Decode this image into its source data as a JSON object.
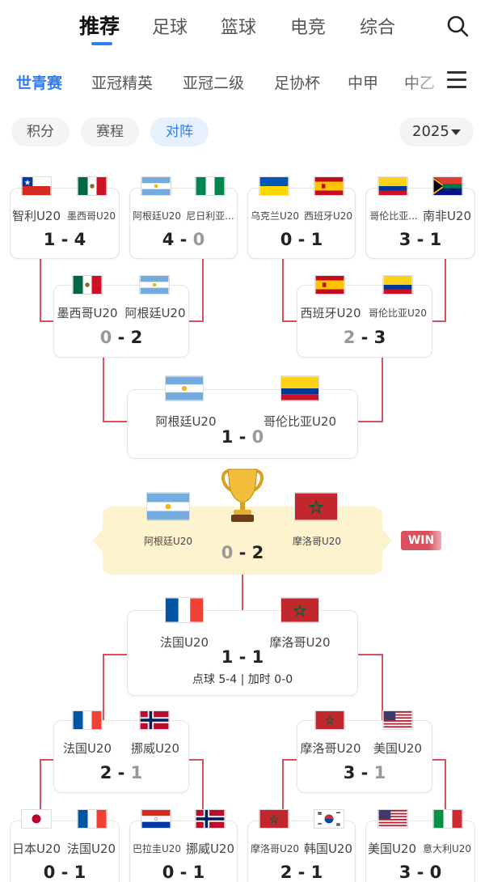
{
  "nav": {
    "tabs": [
      {
        "label": "推荐",
        "active": true
      },
      {
        "label": "足球"
      },
      {
        "label": "篮球"
      },
      {
        "label": "电竞"
      },
      {
        "label": "综合"
      }
    ]
  },
  "leagues": [
    "世青赛",
    "亚冠精英",
    "亚冠二级",
    "足协杯",
    "中甲",
    "中乙"
  ],
  "subtabs": [
    "积分",
    "赛程",
    "对阵"
  ],
  "year": "2025",
  "accent": "#2f7cf6",
  "line_color": "#d9515f",
  "bracket": {
    "r16_top": [
      {
        "home": "智利U20",
        "away": "墨西哥U20",
        "score_home": "1",
        "score_away": "4",
        "sep": " - "
      },
      {
        "home": "阿根廷U20",
        "away": "尼日利亚...",
        "score_home": "4",
        "score_away": "0",
        "sep": " - "
      },
      {
        "home": "乌克兰U20",
        "away": "西班牙U20",
        "score_home": "0",
        "score_away": "1",
        "sep": " - "
      },
      {
        "home": "哥伦比亚...",
        "away": "南非U20",
        "score_home": "3",
        "score_away": "1",
        "sep": " - "
      }
    ],
    "qf_top": [
      {
        "home": "墨西哥U20",
        "away": "阿根廷U20",
        "score_home": "0",
        "score_away": "2",
        "sep": " - "
      },
      {
        "home": "西班牙U20",
        "away": "哥伦比亚U20",
        "score_home": "2",
        "score_away": "3",
        "sep": " - "
      }
    ],
    "sf_top": {
      "home": "阿根廷U20",
      "away": "哥伦比亚U20",
      "score_home": "1",
      "score_away": "0",
      "sep": " - "
    },
    "final": {
      "home": "阿根廷U20",
      "away": "摩洛哥U20",
      "score_home": "0",
      "score_away": "2",
      "sep": " - ",
      "badge": "WIN"
    },
    "sf_bottom": {
      "home": "法国U20",
      "away": "摩洛哥U20",
      "score_home": "1",
      "score_away": "1",
      "sep": " - ",
      "extra": "点球 5-4 | 加时 0-0"
    },
    "qf_bottom": [
      {
        "home": "法国U20",
        "away": "挪威U20",
        "score_home": "2",
        "score_away": "1",
        "sep": " - "
      },
      {
        "home": "摩洛哥U20",
        "away": "美国U20",
        "score_home": "3",
        "score_away": "1",
        "sep": " - "
      }
    ],
    "r16_bottom": [
      {
        "home": "日本U20",
        "away": "法国U20",
        "score_home": "0",
        "score_away": "1",
        "sep": " - "
      },
      {
        "home": "巴拉圭U20",
        "away": "挪威U20",
        "score_home": "0",
        "score_away": "1",
        "sep": " - "
      },
      {
        "home": "摩洛哥U20",
        "away": "韩国U20",
        "score_home": "2",
        "score_away": "1",
        "sep": " - "
      },
      {
        "home": "美国U20",
        "away": "意大利U20",
        "score_home": "3",
        "score_away": "0",
        "sep": " - "
      }
    ]
  }
}
